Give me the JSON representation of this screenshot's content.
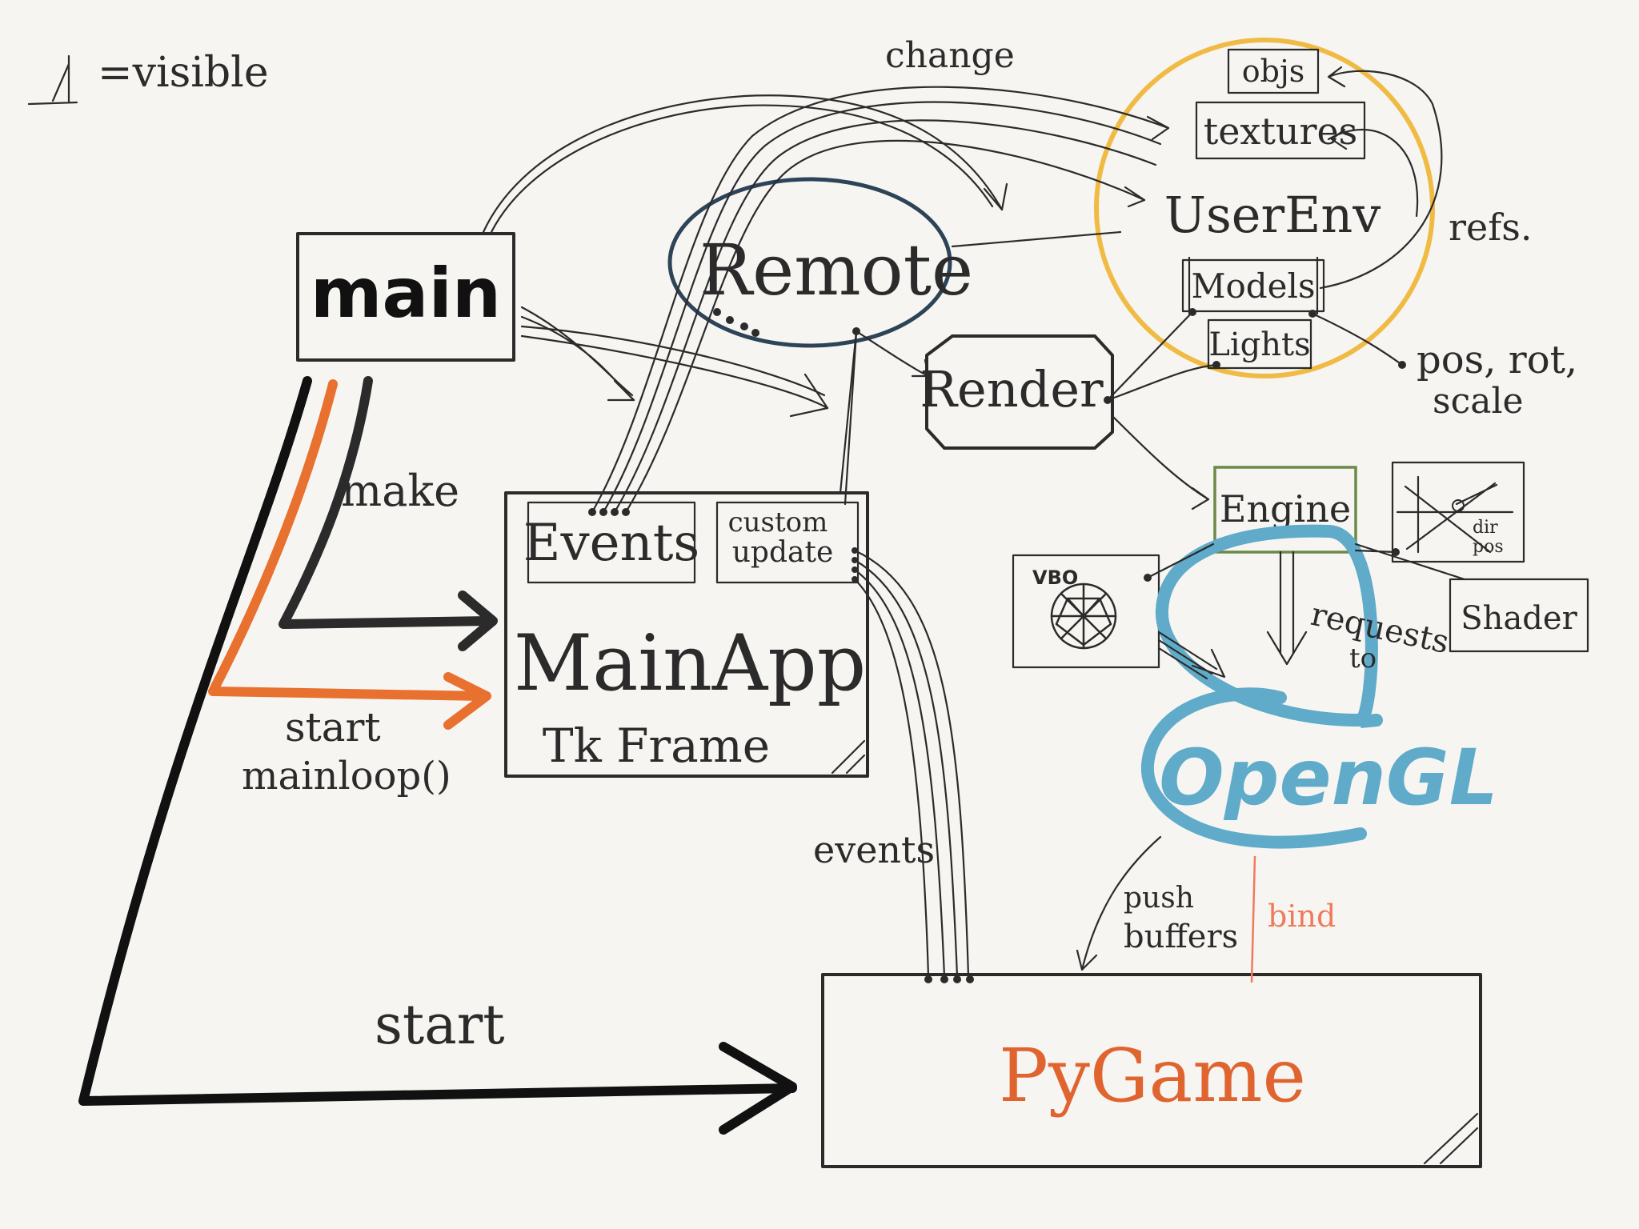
{
  "legend": {
    "label": "=visible"
  },
  "nodes": {
    "main": "main",
    "remote": "Remote",
    "render": "Render",
    "user_env": "UserEnv",
    "objs": "objs",
    "textures": "textures",
    "models": "Models",
    "lights": "Lights",
    "engine": "Engine",
    "vbo": "VBO",
    "shader": "Shader",
    "light_dir": "dir",
    "light_pos": "pos",
    "main_app": "MainApp",
    "tk_frame": "Tk Frame",
    "events": "Events",
    "custom": "custom",
    "update": "update",
    "opengl": "OpenGL",
    "pygame": "PyGame"
  },
  "edge_labels": {
    "change": "change",
    "refs": "refs.",
    "pos_rot": "pos, rot,",
    "scale": "scale",
    "requests": "requests",
    "to": "to",
    "make": "make",
    "start_mainloop_1": "start",
    "start_mainloop_2": "mainloop()",
    "events": "events",
    "push": "push",
    "buffers": "buffers",
    "bind": "bind",
    "start": "start"
  },
  "colors": {
    "ink": "#2b2b2b",
    "orange": "#e8712f",
    "user_env_circle": "#f0bb45",
    "remote_ellipse": "#2c4358",
    "engine_box": "#6b8a4a",
    "opengl_blue": "#5fabc9",
    "pygame_text": "#e0642f",
    "bind_line": "#ef7a5c"
  }
}
